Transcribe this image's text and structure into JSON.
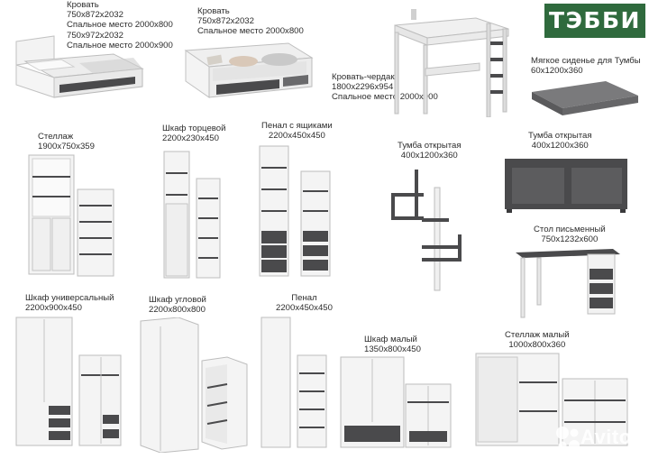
{
  "brand": {
    "logo_text": "ТЭББИ",
    "watermark_text": "Avito"
  },
  "items": {
    "bed1": {
      "lines": [
        "Кровать",
        "750х872х2032",
        "Спальное место 2000х800",
        "750х972х2032",
        "Спальное место 2000х900"
      ]
    },
    "bed2": {
      "lines": [
        "Кровать",
        "750х872х2032",
        "Спальное место 2000х800"
      ]
    },
    "loft_bed": {
      "lines": [
        "Кровать-чердак",
        "1800х2296х954",
        "Спальное место 2000х900"
      ]
    },
    "seat_cushion": {
      "lines": [
        "Мягкое сиденье для Тумбы",
        "60х1200х360"
      ]
    },
    "shelf": {
      "lines": [
        "Стеллаж",
        "1900х750х359"
      ]
    },
    "end_wardrobe": {
      "lines": [
        "Шкаф торцевой",
        "2200х230х450"
      ]
    },
    "pencil_drawers": {
      "lines": [
        "Пенал с ящиками",
        "2200х450х450"
      ]
    },
    "open_stand_wall": {
      "lines": [
        "Тумба открытая",
        "400х1200х360"
      ]
    },
    "open_stand": {
      "lines": [
        "Тумба открытая",
        "400х1200х360"
      ]
    },
    "desk": {
      "lines": [
        "Стол письменный",
        "750х1232х600"
      ]
    },
    "universal_wardrobe": {
      "lines": [
        "Шкаф универсальный",
        "2200х900х450"
      ]
    },
    "corner_wardrobe": {
      "lines": [
        "Шкаф угловой",
        "2200х800х800"
      ]
    },
    "pencil": {
      "lines": [
        "Пенал",
        "2200х450х450"
      ]
    },
    "small_wardrobe": {
      "lines": [
        "Шкаф малый",
        "1350х800х450"
      ]
    },
    "small_shelf": {
      "lines": [
        "Стеллаж малый",
        "1000х800х360"
      ]
    }
  },
  "colors": {
    "white_panel": "#f2f2f2",
    "graphite": "#4a4a4c",
    "logo_green": "#2f6a3d",
    "outline": "#b9b9b9"
  }
}
